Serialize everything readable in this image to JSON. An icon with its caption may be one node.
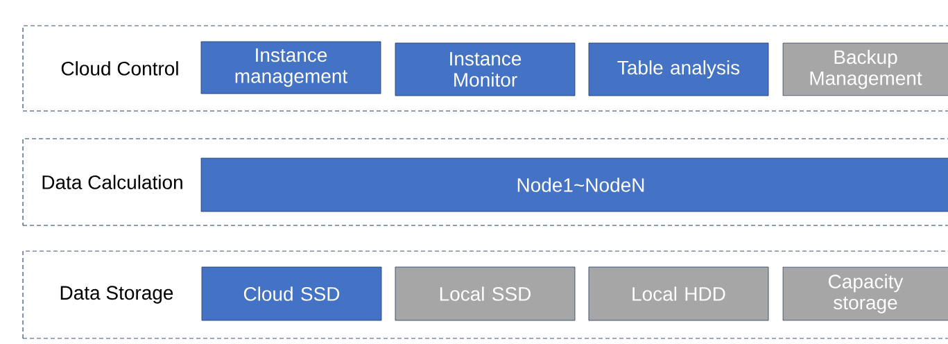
{
  "diagram": {
    "nodes": [
      {
        "text": [
          "Cloud Control"
        ]
      },
      {
        "text": [
          "Instance management"
        ],
        "in": 0
      },
      {
        "text": [
          "Instance Monitor"
        ],
        "in": 0
      },
      {
        "text": [
          "Table analysis"
        ],
        "in": 0
      },
      {
        "text": [
          "Backup Management"
        ],
        "in": 0
      },
      {
        "text": [
          "Data Calculation"
        ]
      },
      {
        "text": [
          "Node1~NodeN"
        ],
        "in": 5
      },
      {
        "text": [
          "Data Storage"
        ]
      },
      {
        "text": [
          "Cloud SSD"
        ],
        "in": 7
      },
      {
        "text": [
          "Local SSD"
        ],
        "in": 7
      },
      {
        "text": [
          "Local HDD"
        ],
        "in": 7
      },
      {
        "text": [
          "Capacity storage"
        ],
        "in": 7
      }
    ]
  }
}
